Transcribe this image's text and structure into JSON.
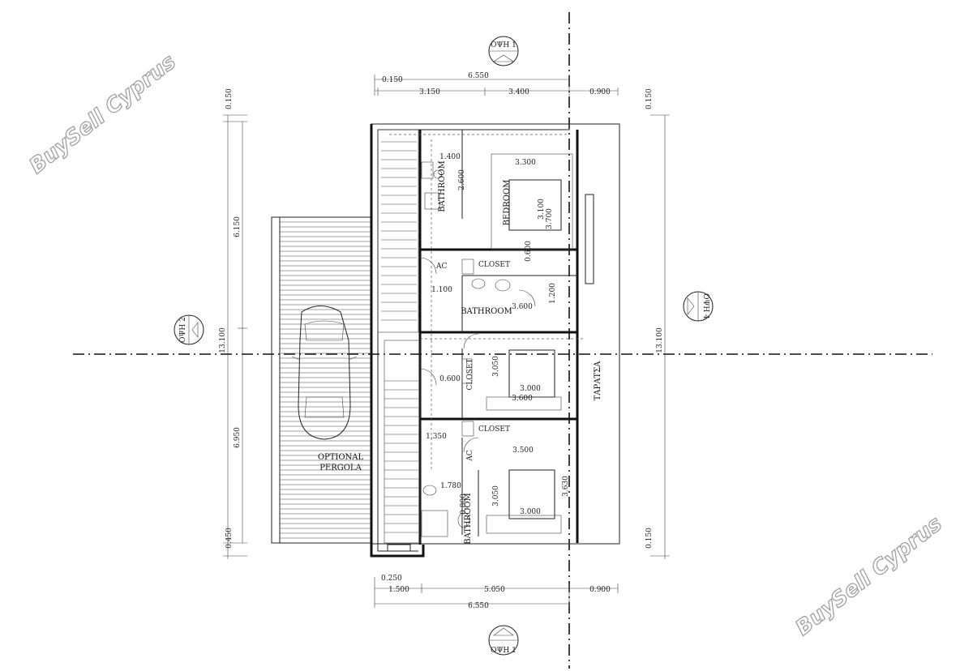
{
  "watermarks": [
    "BuySell Cyprus",
    "BuySell Cyprus"
  ],
  "section_markers": {
    "top": "ΟΨΗ 1",
    "bottom": "ΟΨΗ 1",
    "left": "ΟΨΗ 2",
    "right": "ΟΨΗ 4"
  },
  "dimensions_top": {
    "overall": "6.550",
    "offset": "0.150",
    "parts": [
      "3.150",
      "3.400",
      "0.900"
    ]
  },
  "dimensions_bottom": {
    "overall": "6.550",
    "offset": "0.250",
    "parts": [
      "1.500",
      "5.050",
      "0.900"
    ]
  },
  "dimensions_left": {
    "overall": "13.100",
    "top_offset": "0.150",
    "parts": [
      "6.150",
      "6.950"
    ],
    "bottom_offset": "0.450"
  },
  "dimensions_right": {
    "overall": "13.100",
    "top_offset": "0.150",
    "bottom_offset": "0.150"
  },
  "rooms": {
    "bathroom1": "BATHROOM",
    "bedroom1": "BEDROOM",
    "bathroom2": "BATHROOM",
    "bathroom3": "BATHROOM",
    "closet1": "CLOSET",
    "closet2": "CLOSET",
    "closet3": "CLOSET",
    "ac1": "AC",
    "ac2": "AC",
    "terrace": "ΤΑΡΑΤΣΑ",
    "pergola_line1": "OPTIONAL",
    "pergola_line2": "PERGOLA"
  },
  "inner_dims": {
    "d1_400": "1.400",
    "d2_600": "2.600",
    "d3_300": "3.300",
    "d3_100": "3.100",
    "d3_700": "3.700",
    "d0_600a": "0.600",
    "d1_100": "1.100",
    "d1_200": "1.200",
    "d3_600": "3.600",
    "d0_600b": "0.600",
    "d3_050a": "3.050",
    "d3_000a": "3.000",
    "d3_600b": "3.600",
    "d1_350": "1.350",
    "d3_500": "3.500",
    "d1_780": "1.780",
    "d3_050b": "3.050",
    "d3_630": "3.630",
    "d3_000b": "3.000",
    "d0_800": "0.800"
  }
}
